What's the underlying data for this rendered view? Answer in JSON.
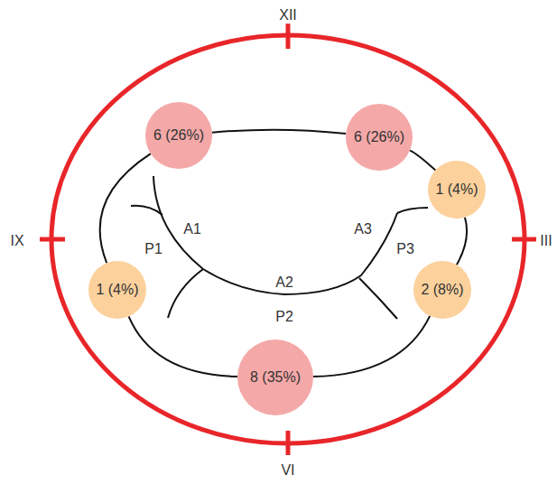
{
  "diagram": {
    "nodes": [
      {
        "text": [
          "6 (26%)"
        ]
      },
      {
        "text": [
          "6 (26%)"
        ]
      },
      {
        "text": [
          "1 (4%)"
        ]
      },
      {
        "text": [
          "1 (4%)"
        ]
      },
      {
        "text": [
          "2 (8%)"
        ]
      },
      {
        "text": [
          "8 (35%)"
        ]
      }
    ],
    "edges": [
      {
        "from": 0,
        "to": 1,
        "arrow": "none"
      },
      {
        "from": 1,
        "to": 2,
        "arrow": "none"
      },
      {
        "from": 2,
        "to": 4,
        "arrow": "none"
      },
      {
        "from": 4,
        "to": 5,
        "arrow": "none"
      },
      {
        "from": 5,
        "to": 3,
        "arrow": "none"
      },
      {
        "from": 3,
        "to": 0,
        "arrow": "none"
      }
    ],
    "labels": [
      "XII",
      "IX",
      "III",
      "VI",
      "A1",
      "P1",
      "A3",
      "P3",
      "A2",
      "P2"
    ]
  }
}
